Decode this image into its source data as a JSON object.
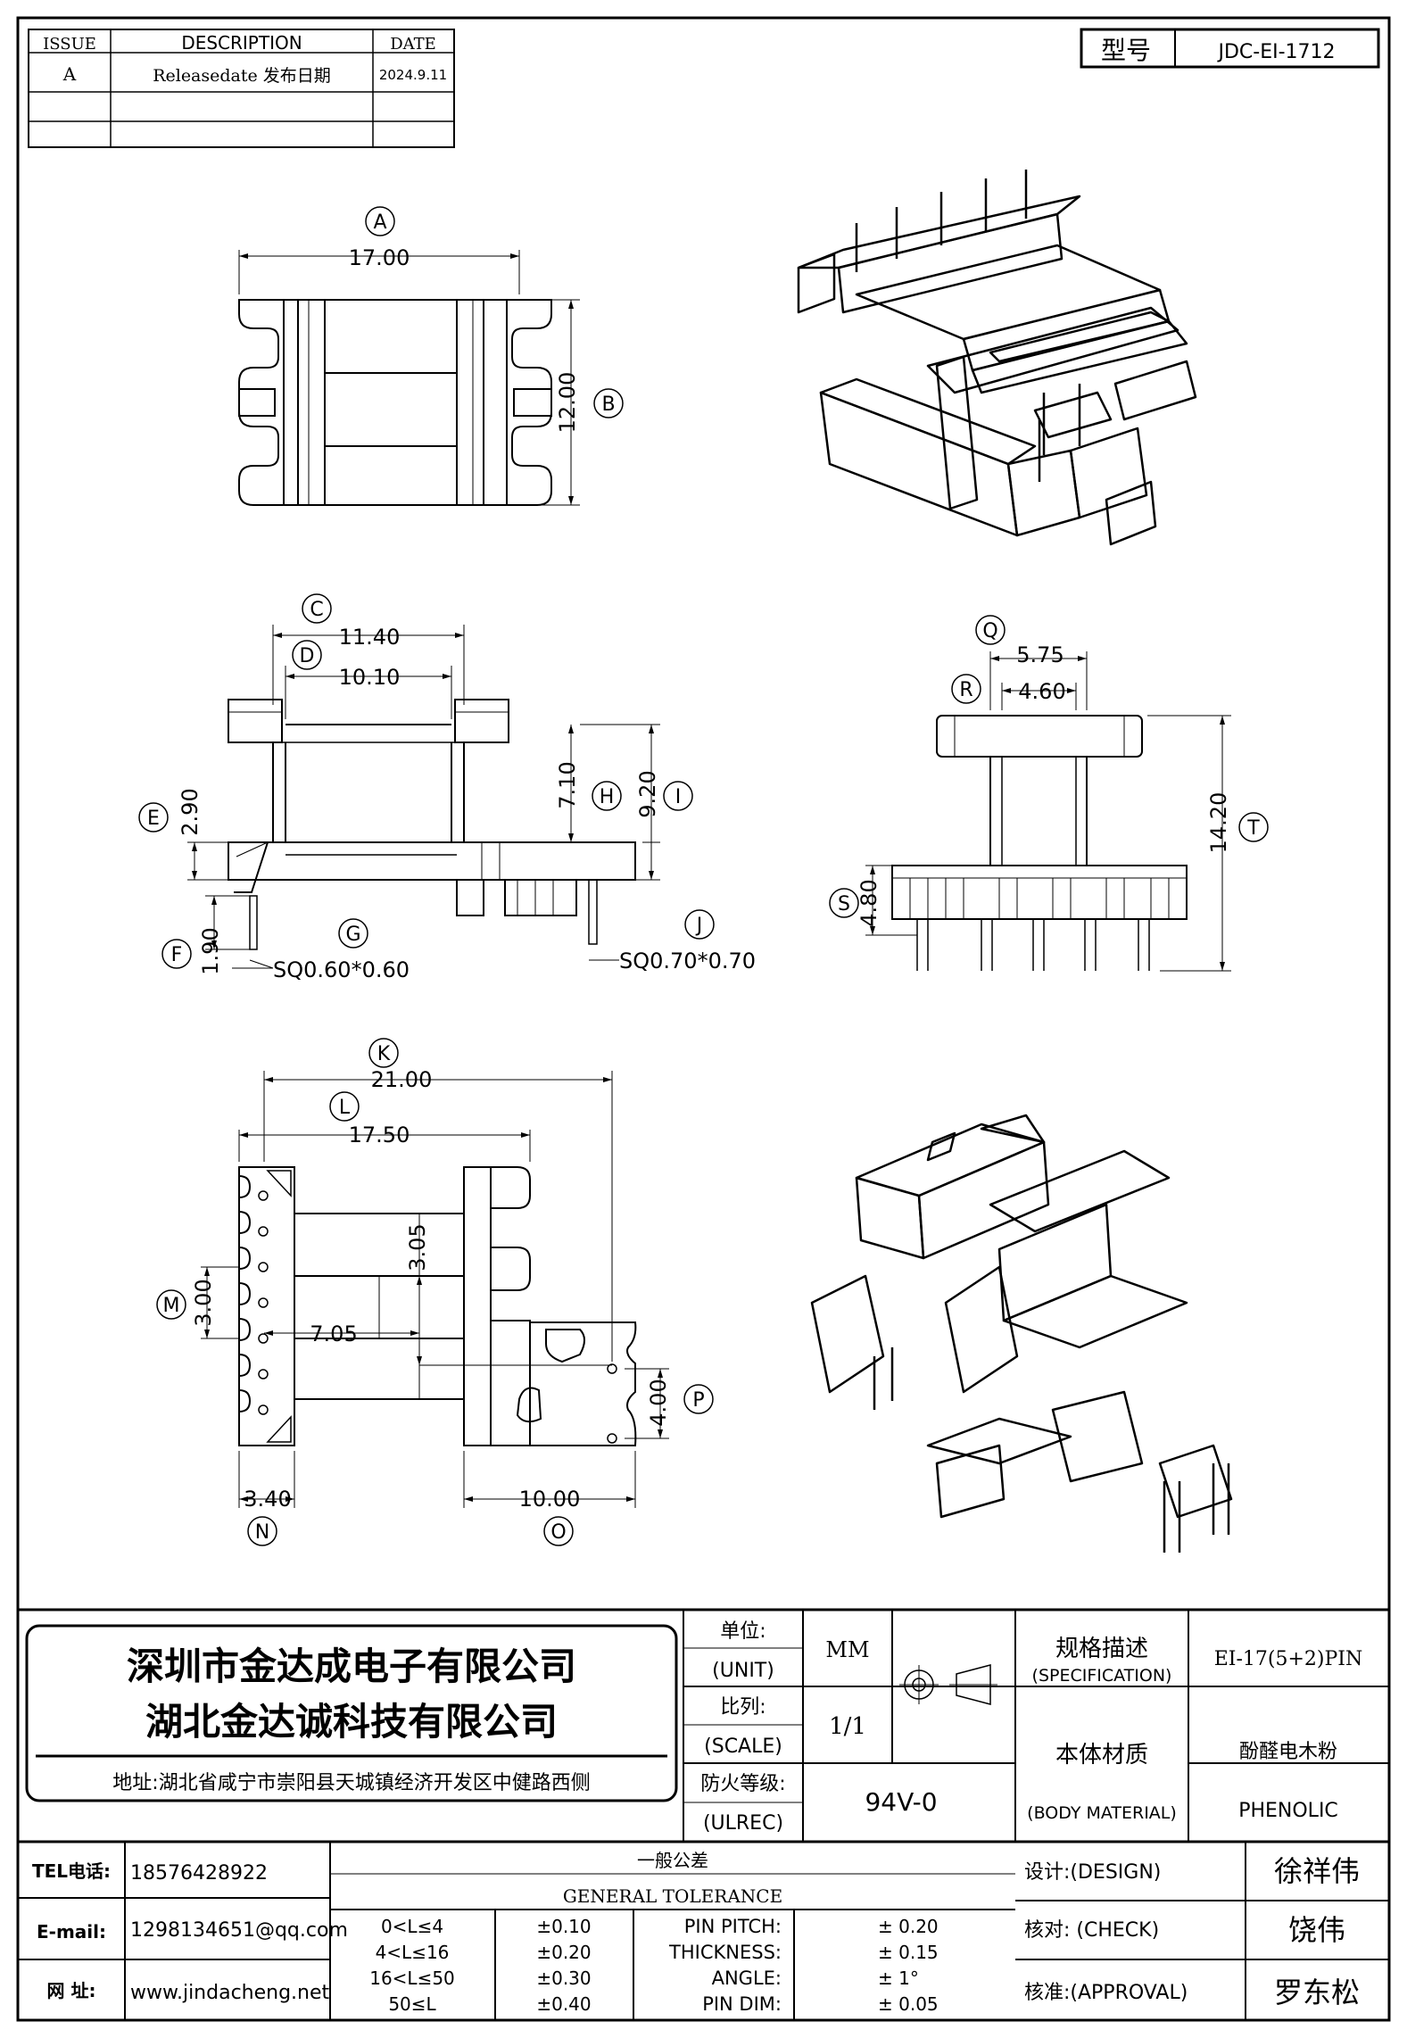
{
  "model_label": "型号",
  "model_value": "JDC-EI-1712",
  "revision_table": {
    "headers": [
      "ISSUE",
      "DESCRIPTION",
      "DATE"
    ],
    "rows": [
      {
        "issue": "A",
        "description": "Releasedate 发布日期",
        "date": "2024.9.11"
      }
    ]
  },
  "top_view": {
    "dim_A": {
      "letter": "A",
      "value": "17.00"
    },
    "dim_B": {
      "letter": "B",
      "value": "12.00"
    }
  },
  "front_view": {
    "dim_C": {
      "letter": "C",
      "value": "11.40"
    },
    "dim_D": {
      "letter": "D",
      "value": "10.10"
    },
    "dim_E": {
      "letter": "E",
      "value": "2.90"
    },
    "dim_H": {
      "letter": "H",
      "value": "7.10"
    },
    "dim_I": {
      "letter": "I",
      "value": "9.20"
    },
    "dim_F": {
      "letter": "F",
      "value": "1.90"
    },
    "dim_G": {
      "letter": "G",
      "value": "SQ0.60*0.60"
    },
    "dim_J": {
      "letter": "J",
      "value": "SQ0.70*0.70"
    }
  },
  "side_view": {
    "dim_Q": {
      "letter": "Q",
      "value": "5.75"
    },
    "dim_R": {
      "letter": "R",
      "value": "4.60"
    },
    "dim_T": {
      "letter": "T",
      "value": "14.20"
    },
    "dim_S": {
      "letter": "S",
      "value": "4.80"
    }
  },
  "bottom_view": {
    "dim_K": {
      "letter": "K",
      "value": "21.00"
    },
    "dim_L": {
      "letter": "L",
      "value": "17.50"
    },
    "dim_M": {
      "letter": "M",
      "value": "3.00"
    },
    "dim_305": "3.05",
    "dim_705": "7.05",
    "dim_P": {
      "letter": "P",
      "value": "4.00"
    },
    "dim_N": {
      "letter": "N",
      "value": "3.40"
    },
    "dim_O": {
      "letter": "O",
      "value": "10.00"
    }
  },
  "title_block": {
    "company_1": "深圳市金达成电子有限公司",
    "company_2": "湖北金达诚科技有限公司",
    "address": "地址:湖北省咸宁市崇阳县天城镇经济开发区中健路西侧",
    "unit_label_cn": "单位:",
    "unit_label_en": "(UNIT)",
    "unit_value": "MM",
    "scale_label_cn": "比列:",
    "scale_label_en": "(SCALE)",
    "scale_value": "1/1",
    "ul_label_cn": "防火等级:",
    "ul_label_en": "(ULREC)",
    "ul_value": "94V-0",
    "spec_label_cn": "规格描述",
    "spec_label_en": "(SPECIFICATION)",
    "spec_value": "EI-17(5+2)PIN",
    "material_label_cn": "本体材质",
    "material_label_en": "(BODY MATERIAL)",
    "material_value_cn": "酚醛电木粉",
    "material_value_en": "PHENOLIC",
    "tel_label": "TEL电话:",
    "tel_value": "18576428922",
    "email_label": "E-mail:",
    "email_value": "1298134651@qq.com",
    "web_label": "网   址:",
    "web_value": "www.jindacheng.net",
    "tolerance_title_cn": "一般公差",
    "tolerance_title_en": "GENERAL TOLERANCE",
    "tolerance_rows": [
      {
        "range": "0<L≤4",
        "tol": "±0.10",
        "item": "PIN PITCH:",
        "item_tol": "±  0.20"
      },
      {
        "range": "4<L≤16",
        "tol": "±0.20",
        "item": "THICKNESS:",
        "item_tol": "±  0.15"
      },
      {
        "range": "16<L≤50",
        "tol": "±0.30",
        "item": "ANGLE:",
        "item_tol": "±  1°"
      },
      {
        "range": "50≤L",
        "tol": "±0.40",
        "item": "PIN DIM:",
        "item_tol": "±  0.05"
      }
    ],
    "design_label": "设计:(DESIGN)",
    "design_name": "徐祥伟",
    "check_label": "核对: (CHECK)",
    "check_name": "饶伟",
    "approval_label": "核准:(APPROVAL)",
    "approval_name": "罗东松"
  }
}
